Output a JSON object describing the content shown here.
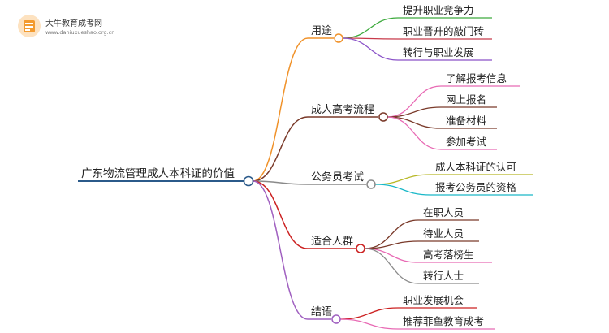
{
  "watermark": {
    "title": "大牛教育成考网",
    "url": "www.daniuxueshao.org.cn",
    "icon": "book-icon"
  },
  "mindmap": {
    "root": {
      "label": "广东物流管理成人本科证的价值",
      "color": "#2b5a8a"
    },
    "branches": [
      {
        "label": "用途",
        "color": "#f0922a",
        "children": [
          {
            "label": "提升职业竞争力",
            "color": "#3daa3d"
          },
          {
            "label": "职业晋升的敲门砖",
            "color": "#c83a4a"
          },
          {
            "label": "转行与职业发展",
            "color": "#8a52c8"
          }
        ]
      },
      {
        "label": "成人高考流程",
        "color": "#7a3a2a",
        "children": [
          {
            "label": "了解报考信息",
            "color": "#e86ab4"
          },
          {
            "label": "网上报名",
            "color": "#7a3a2a"
          },
          {
            "label": "准备材料",
            "color": "#7a3a2a"
          },
          {
            "label": "参加考试",
            "color": "#e86ab4"
          }
        ]
      },
      {
        "label": "公务员考试",
        "color": "#8a8a8a",
        "children": [
          {
            "label": "成人本科证的认可",
            "color": "#b8b828"
          },
          {
            "label": "报考公务员的资格",
            "color": "#1ab8c8"
          }
        ]
      },
      {
        "label": "适合人群",
        "color": "#cc2222",
        "children": [
          {
            "label": "在职人员",
            "color": "#7a3a2a"
          },
          {
            "label": "待业人员",
            "color": "#7a3a2a"
          },
          {
            "label": "高考落榜生",
            "color": "#e86ab4"
          },
          {
            "label": "转行人士",
            "color": "#8a8a8a"
          }
        ]
      },
      {
        "label": "结语",
        "color": "#a060c0",
        "children": [
          {
            "label": "职业发展机会",
            "color": "#cc2222"
          },
          {
            "label": "推荐菲鱼教育成考",
            "color": "#e86ab4"
          }
        ]
      }
    ]
  }
}
